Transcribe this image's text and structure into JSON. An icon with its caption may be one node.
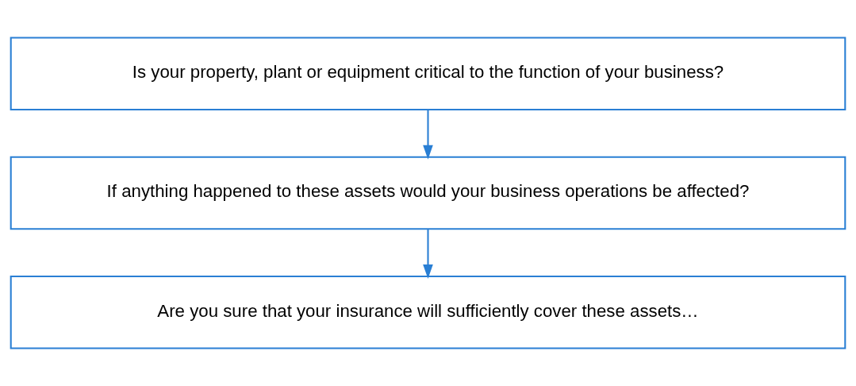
{
  "diagram": {
    "nodes": [
      {
        "text": [
          "Is your property, plant or equipment critical to the function of your business?"
        ]
      },
      {
        "text": [
          "If anything happened to these assets would your business operations be affected?"
        ]
      },
      {
        "text": [
          "Are you sure that your insurance will sufficiently cover these assets…"
        ]
      }
    ],
    "edges": [
      {
        "from": 0,
        "to": 1,
        "arrow": "to"
      },
      {
        "from": 1,
        "to": 2,
        "arrow": "to"
      }
    ]
  }
}
